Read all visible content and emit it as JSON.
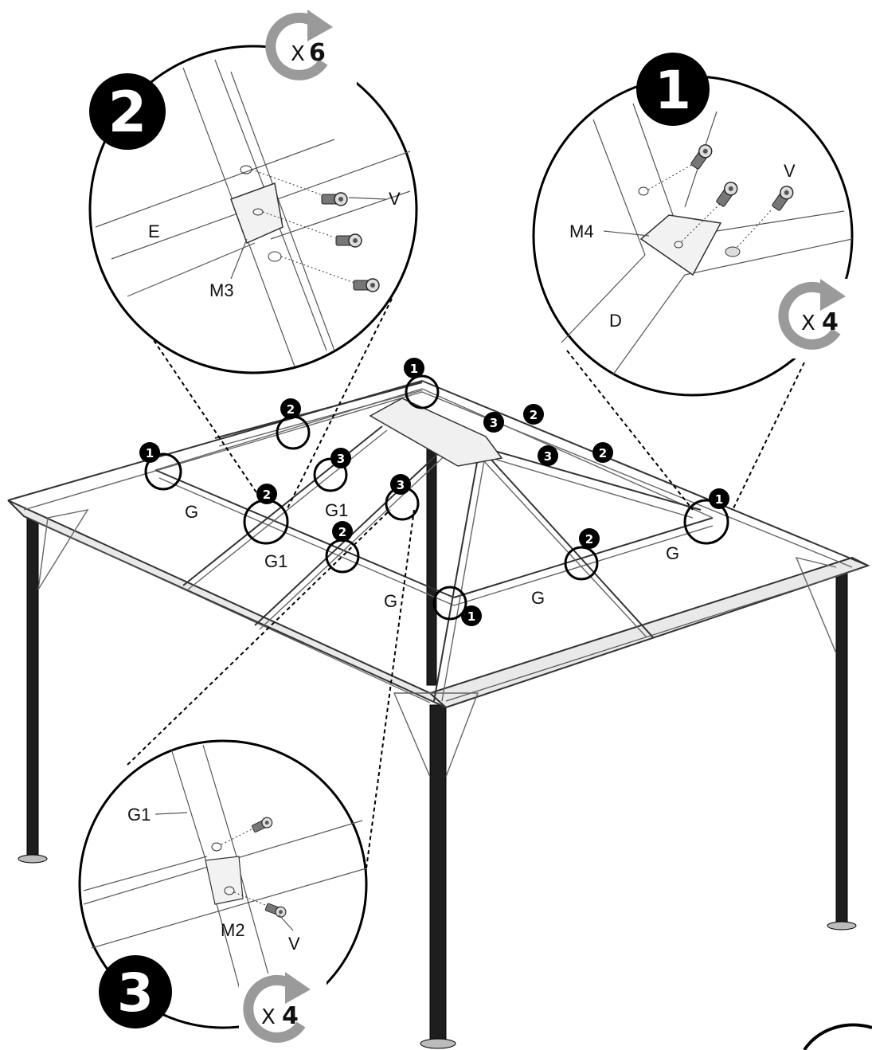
{
  "steps": [
    {
      "number": "1",
      "multiplier_prefix": "X",
      "multiplier_count": "4",
      "labels": [
        "M4",
        "D",
        "V"
      ]
    },
    {
      "number": "2",
      "multiplier_prefix": "X",
      "multiplier_count": "6",
      "labels": [
        "E",
        "M3",
        "V"
      ]
    },
    {
      "number": "3",
      "multiplier_prefix": "X",
      "multiplier_count": "4",
      "labels": [
        "G1",
        "M2",
        "V"
      ]
    }
  ],
  "frame_labels": [
    "G",
    "G1",
    "G1",
    "G",
    "G",
    "G"
  ],
  "badges": [
    "1",
    "2",
    "3",
    "2",
    "3",
    "3",
    "2",
    "3",
    "2",
    "1",
    "2",
    "2",
    "1",
    "1"
  ],
  "colors": {
    "ink": "#000000",
    "arrow": "#9a9a9a",
    "post": "#1e1e1e"
  }
}
